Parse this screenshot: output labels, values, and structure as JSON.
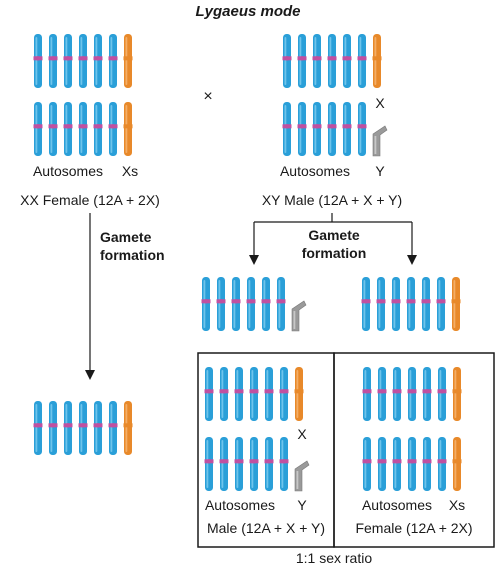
{
  "title": "Lygaeus mode",
  "cross_symbol": "×",
  "female_parent": {
    "chromosomes": [
      "autosome",
      "autosome",
      "autosome",
      "autosome",
      "autosome",
      "autosome",
      "x",
      "autosome",
      "autosome",
      "autosome",
      "autosome",
      "autosome",
      "autosome",
      "x"
    ],
    "label_autosomes": "Autosomes",
    "label_sex": "Xs",
    "caption": "XX Female (12A + 2X)"
  },
  "male_parent": {
    "chromosomes": [
      "autosome",
      "autosome",
      "autosome",
      "autosome",
      "autosome",
      "autosome",
      "x",
      "autosome",
      "autosome",
      "autosome",
      "autosome",
      "autosome",
      "autosome",
      "y"
    ],
    "x_label": "X",
    "label_autosomes": "Autosomes",
    "label_sex": "Y",
    "caption": "XY Male (12A + X + Y)"
  },
  "gamete_label_left": [
    "Gamete",
    "formation"
  ],
  "gamete_label_right": [
    "Gamete",
    "formation"
  ],
  "male_gametes": [
    {
      "chromosomes": [
        "autosome",
        "autosome",
        "autosome",
        "autosome",
        "autosome",
        "autosome",
        "y"
      ]
    },
    {
      "chromosomes": [
        "autosome",
        "autosome",
        "autosome",
        "autosome",
        "autosome",
        "autosome",
        "x"
      ]
    }
  ],
  "female_gamete": {
    "chromosomes": [
      "autosome",
      "autosome",
      "autosome",
      "autosome",
      "autosome",
      "autosome",
      "x"
    ]
  },
  "offspring": [
    {
      "x_label": "X",
      "label_autosomes": "Autosomes",
      "label_sex": "Y",
      "caption": "Male (12A + X + Y)"
    },
    {
      "label_autosomes": "Autosomes",
      "label_sex": "Xs",
      "caption": "Female (12A + 2X)"
    }
  ],
  "ratio": "1:1 sex ratio",
  "colors": {
    "autosome": "#2a9fd8",
    "autosome_highlight": "#7fcdf0",
    "centromere": "#c050a0",
    "x_chromosome": "#e8892a",
    "y_chromosome": "#9a9a9a",
    "line": "#1a1a1a"
  }
}
